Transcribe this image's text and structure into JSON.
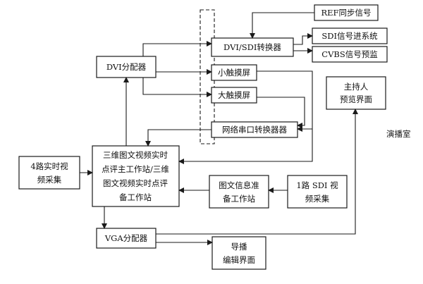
{
  "nodes": {
    "ref_sync": "REF同步信号",
    "dvi_sdi_converter": "DVI/SDI转换器",
    "sdi_to_system": "SDI信号进系统",
    "cvbs_preview": "CVBS信号预监",
    "dvi_splitter": "DVI分配器",
    "small_touchscreen": "小触摸屏",
    "large_touchscreen": "大触摸屏",
    "host_preview": [
      "主持人",
      "预览界面"
    ],
    "network_serial_converter": "网络串口转换器器",
    "capture_4ch": [
      "4路实时视",
      "频采集"
    ],
    "main_workstation": [
      "三维图文视频实时",
      "点评主工作站/三维",
      "图文视频实时点评",
      "备工作站"
    ],
    "graphics_prep_workstation": [
      "图文信息准",
      "备工作站"
    ],
    "sdi_capture_1ch": [
      "1路 SDI 视",
      "频采集"
    ],
    "vga_splitter": "VGA分配器",
    "director_ui": [
      "导播",
      "编辑界面"
    ]
  },
  "labels": {
    "studio": "演播室"
  }
}
